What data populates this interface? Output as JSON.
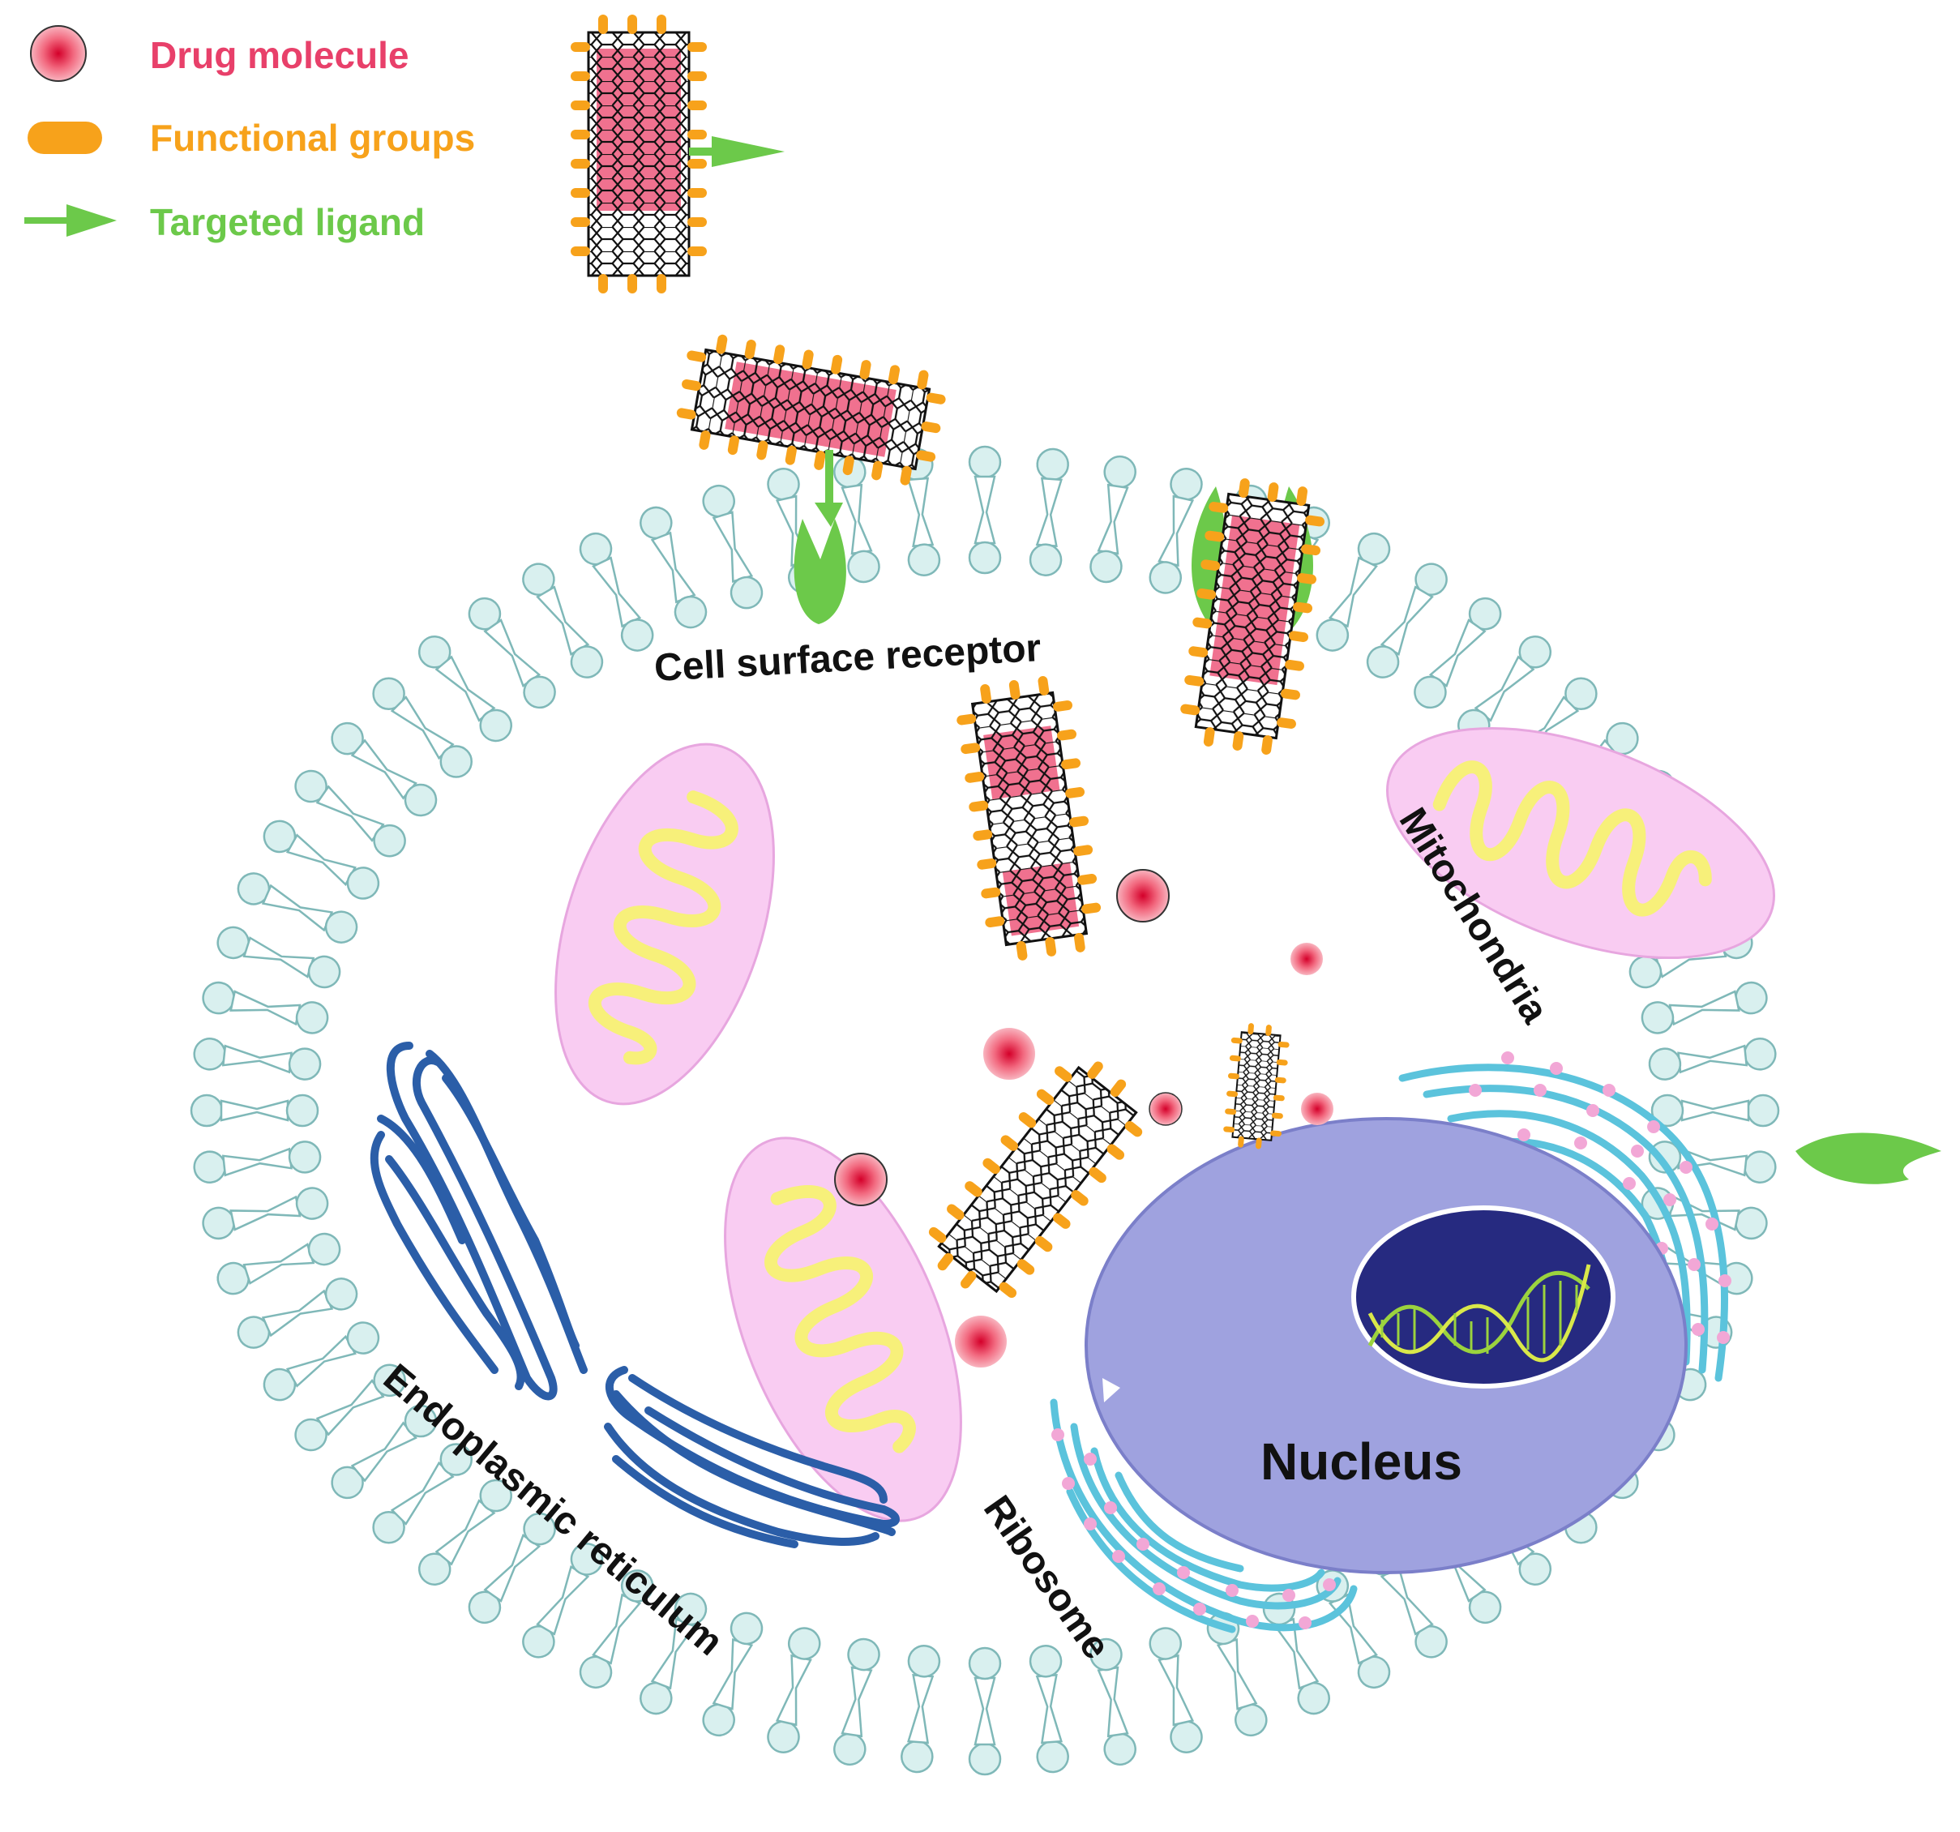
{
  "legend": {
    "drug_molecule": "Drug molecule",
    "functional_groups": "Functional groups",
    "targeted_ligand": "Targeted ligand"
  },
  "labels": {
    "cell_surface_receptor": "Cell surface receptor",
    "mitochondria": "Mitochondria",
    "endoplasmic_reticulum": "Endoplasmic reticulum",
    "ribosome": "Ribosome",
    "nucleus": "Nucleus"
  },
  "colors": {
    "drug": "#e8406a",
    "functional_group": "#f7a21b",
    "ligand": "#6cc94a",
    "membrane_head": "#d9f0ef",
    "membrane_stroke": "#7fb8b8",
    "mitochondria_fill": "#f9ccf2",
    "mitochondria_crista": "#f7f07a",
    "nucleus_outer": "#9fa2df",
    "nucleolus": "#262a80",
    "er_blue": "#2b5ea8",
    "ribosome_cyan": "#5bc3dc",
    "ribosome_dot": "#f2a7d6",
    "legend_drug_text": "#e8406a",
    "legend_fg_text": "#f7a21b",
    "legend_ligand_text": "#6cc94a"
  }
}
